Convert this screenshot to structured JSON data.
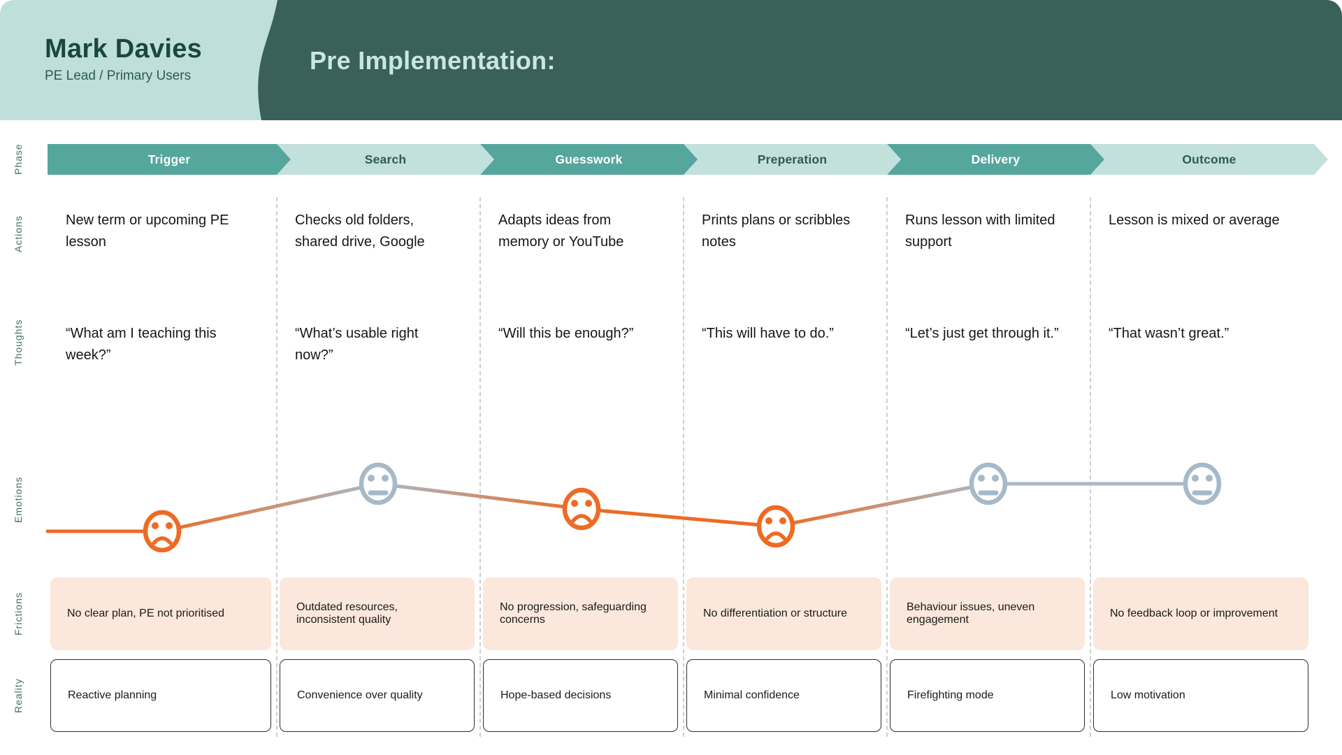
{
  "persona": {
    "name": "Mark Davies",
    "role": "PE Lead / Primary Users"
  },
  "header": {
    "title": "Pre Implementation:"
  },
  "row_labels": {
    "phase": "Phase",
    "actions": "Actions",
    "thoughts": "Thoughts",
    "emotions": "Emotions",
    "frictions": "Frictions",
    "reality": "Reality"
  },
  "columns": [
    {
      "phase": "Trigger",
      "phase_variant": "dark",
      "action": "New term or upcoming PE lesson",
      "thought": "“What am I teaching this week?”",
      "emotion": {
        "mood": "sad",
        "value": 29
      },
      "friction": "No clear plan, PE not prioritised",
      "reality": "Reactive planning"
    },
    {
      "phase": "Search",
      "phase_variant": "light",
      "action": "Checks old folders, shared drive, Google",
      "thought": "“What’s usable right now?”",
      "emotion": {
        "mood": "neutral",
        "value": 70
      },
      "friction": "Outdated resources, inconsistent quality",
      "reality": "Convenience over quality"
    },
    {
      "phase": "Guesswork",
      "phase_variant": "dark",
      "action": "Adapts ideas from memory or YouTube",
      "thought": "“Will this be enough?”",
      "emotion": {
        "mood": "sad",
        "value": 48
      },
      "friction": "No progression, safeguarding concerns",
      "reality": "Hope-based decisions"
    },
    {
      "phase": "Preperation",
      "phase_variant": "light",
      "action": "Prints plans or scribbles notes",
      "thought": "“This will have to do.”",
      "emotion": {
        "mood": "sad",
        "value": 33
      },
      "friction": "No differentiation or structure",
      "reality": "Minimal confidence"
    },
    {
      "phase": "Delivery",
      "phase_variant": "dark",
      "action": "Runs lesson with limited support",
      "thought": "“Let’s just get through it.”",
      "emotion": {
        "mood": "neutral",
        "value": 70
      },
      "friction": "Behaviour issues, uneven engagement",
      "reality": "Firefighting mode"
    },
    {
      "phase": "Outcome",
      "phase_variant": "light",
      "action": "Lesson is mixed or average",
      "thought": "“That wasn’t great.”",
      "emotion": {
        "mood": "neutral",
        "value": 70
      },
      "friction": "No feedback loop or improvement",
      "reality": "Low motivation"
    }
  ],
  "emotion_chart": {
    "moods": {
      "sad": "#ED6B24",
      "neutral": "#A7B9C7"
    },
    "scale": "0-100, higher = more positive"
  },
  "colors": {
    "header_dark_teal": "#39615A",
    "header_mint": "#BFE0DA",
    "phase_dark": "#55A69C",
    "phase_light": "#C2E0DC",
    "friction_bg": "#FBE7DB",
    "row_label_teal": "#3E7269",
    "sad_orange": "#ED6B24",
    "neutral_grayblue": "#A7B9C7"
  }
}
